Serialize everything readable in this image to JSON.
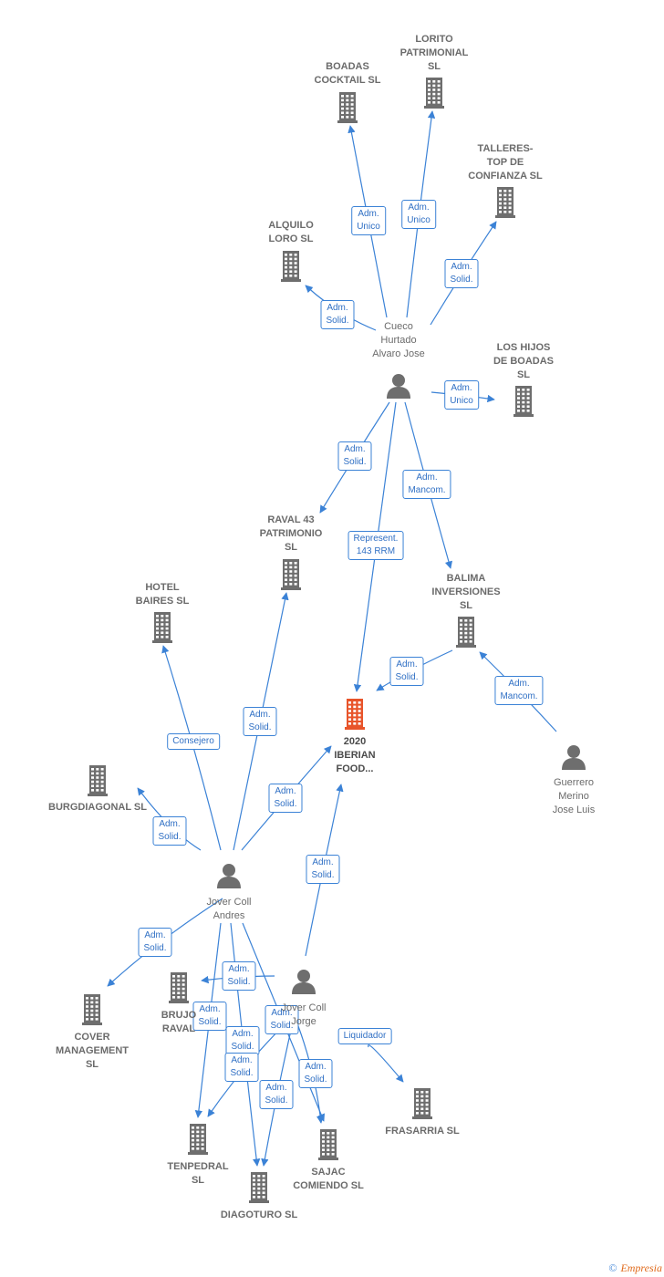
{
  "colors": {
    "edge": "#3b82d6",
    "icon": "#6e6e6e",
    "focus": "#e8542a"
  },
  "nodes": [
    {
      "id": "boadas",
      "kind": "company",
      "icon": "building-icon",
      "label": "BOADAS\nCOCKTAIL SL"
    },
    {
      "id": "lorito",
      "kind": "company",
      "icon": "building-icon",
      "label": "LORITO\nPATRIMONIAL\nSL"
    },
    {
      "id": "talleres",
      "kind": "company",
      "icon": "building-icon",
      "label": "TALLERES-\nTOP DE\nCONFIANZA  SL"
    },
    {
      "id": "alquilo",
      "kind": "company",
      "icon": "building-icon",
      "label": "ALQUILO\nLORO SL"
    },
    {
      "id": "cueco",
      "kind": "person",
      "icon": "person-icon",
      "label": "Cueco\nHurtado\nAlvaro Jose"
    },
    {
      "id": "loshijos",
      "kind": "company",
      "icon": "building-icon",
      "label": "LOS HIJOS\nDE BOADAS\nSL"
    },
    {
      "id": "raval43",
      "kind": "company",
      "icon": "building-icon",
      "label": "RAVAL 43\nPATRIMONIO\nSL"
    },
    {
      "id": "balima",
      "kind": "company",
      "icon": "building-icon",
      "label": "BALIMA\nINVERSIONES\nSL"
    },
    {
      "id": "hotel",
      "kind": "company",
      "icon": "building-icon",
      "label": "HOTEL\nBAIRES SL"
    },
    {
      "id": "iberian",
      "kind": "focus",
      "icon": "building-icon",
      "label": "2020\nIBERIAN\nFOOD..."
    },
    {
      "id": "guerrero",
      "kind": "person",
      "icon": "person-icon",
      "label": "Guerrero\nMerino\nJose Luis"
    },
    {
      "id": "burgdiagonal",
      "kind": "company",
      "icon": "building-icon",
      "label": "BURGDIAGONAL SL"
    },
    {
      "id": "jover",
      "kind": "person",
      "icon": "person-icon",
      "label": "Jover Coll\nAndres"
    },
    {
      "id": "jover2",
      "kind": "person",
      "icon": "person-icon",
      "label": "Jover Coll\nJorge"
    },
    {
      "id": "cover",
      "kind": "company",
      "icon": "building-icon",
      "label": "COVER\nMANAGEMENT\nSL"
    },
    {
      "id": "brujo",
      "kind": "company",
      "icon": "building-icon",
      "label": "BRUJO\nRAVAL"
    },
    {
      "id": "frasarria",
      "kind": "company",
      "icon": "building-icon",
      "label": "FRASARRIA SL"
    },
    {
      "id": "tenpedral",
      "kind": "company",
      "icon": "building-icon",
      "label": "TENPEDRAL\nSL"
    },
    {
      "id": "sajac",
      "kind": "company",
      "icon": "building-icon",
      "label": "SAJAC\nCOMIENDO  SL"
    },
    {
      "id": "diagoturo",
      "kind": "company",
      "icon": "building-icon",
      "label": "DIAGOTURO SL"
    }
  ],
  "relations": [
    {
      "from": "cueco",
      "to": "boadas",
      "label": "Adm.\nUnico"
    },
    {
      "from": "cueco",
      "to": "lorito",
      "label": "Adm.\nUnico"
    },
    {
      "from": "cueco",
      "to": "talleres",
      "label": "Adm.\nSolid."
    },
    {
      "from": "cueco",
      "to": "alquilo",
      "label": "Adm.\nSolid."
    },
    {
      "from": "cueco",
      "to": "loshijos",
      "label": "Adm.\nUnico"
    },
    {
      "from": "cueco",
      "to": "raval43",
      "label": "Adm.\nSolid."
    },
    {
      "from": "cueco",
      "to": "balima",
      "label": "Adm.\nMancom."
    },
    {
      "from": "cueco",
      "to": "iberian",
      "label": "Represent.\n143 RRM"
    },
    {
      "from": "balima",
      "to": "iberian",
      "label": "Adm.\nSolid."
    },
    {
      "from": "guerrero",
      "to": "balima",
      "label": "Adm.\nMancom."
    },
    {
      "from": "jover",
      "to": "hotel",
      "label": "Consejero"
    },
    {
      "from": "jover",
      "to": "raval43",
      "label": "Adm.\nSolid."
    },
    {
      "from": "jover",
      "to": "iberian",
      "label": "Adm.\nSolid."
    },
    {
      "from": "jover",
      "to": "burgdiagonal",
      "label": "Adm.\nSolid."
    },
    {
      "from": "jover2",
      "to": "iberian",
      "label": "Adm.\nSolid."
    },
    {
      "from": "jover",
      "to": "cover",
      "label": "Adm.\nSolid."
    },
    {
      "from": "jover",
      "to": "brujo",
      "label": "Adm.\nSolid."
    },
    {
      "from": "jover2",
      "to": "frasarria",
      "label": "Liquidador"
    },
    {
      "from": "jover",
      "to": "tenpedral",
      "label": "Adm.\nSolid."
    },
    {
      "from": "jover",
      "to": "diagoturo",
      "label": "Adm.\nSolid."
    },
    {
      "from": "jover",
      "to": "sajac",
      "label": "Adm.\nSolid."
    },
    {
      "from": "jover2",
      "to": "tenpedral",
      "label": "Adm.\nSolid."
    },
    {
      "from": "jover2",
      "to": "diagoturo",
      "label": "Adm.\nSolid."
    },
    {
      "from": "jover2",
      "to": "sajac",
      "label": "Adm.\nSolid."
    }
  ],
  "footer": {
    "copyright": "©",
    "brand": "Empresia"
  }
}
